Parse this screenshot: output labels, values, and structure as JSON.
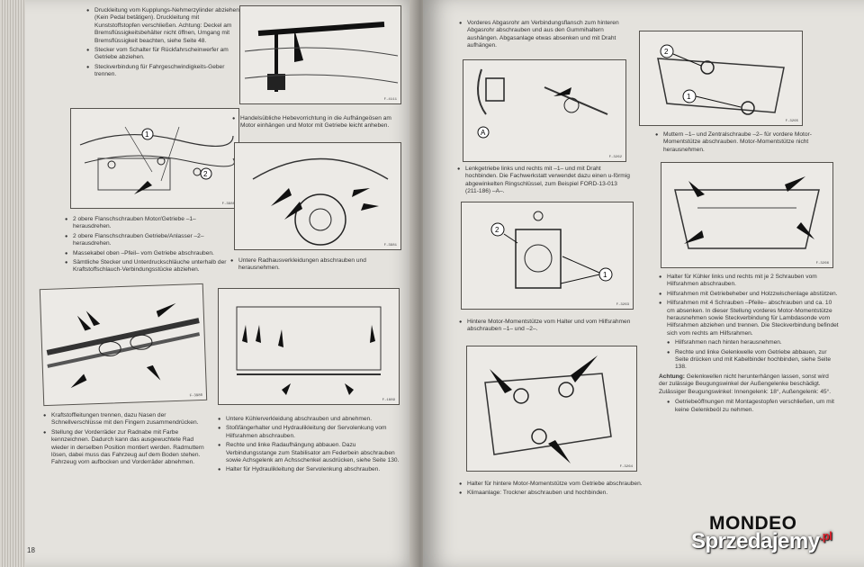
{
  "watermark": {
    "logo_text": "Sprzedajemy",
    "logo_tld": ".pl",
    "caption": "MONDEO"
  },
  "left_page": {
    "page_number": "18",
    "col1_top_bullets": [
      "Druckleitung vom Kupplungs-Nehmerzylinder abziehen (Kein Pedal betätigen). Druckleitung mit Kunststoffstopfen verschließen. Achtung: Deckel am Bremsflüssigkeitsbehälter nicht öffnen, Umgang mit Bremsflüssigkeit beachten, siehe Seite 48.",
      "Stecker vom Schalter für Rückfahrscheinwerfer am Getriebe abziehen.",
      "Steckverbindung für Fahrgeschwindigkeits-Geber trennen."
    ],
    "fig1_code": "F-3980",
    "fig1_bullets": [
      "2 obere Flanschschrauben Motor/Getriebe –1– herausdrehen.",
      "2 obere Flanschschrauben Getriebe/Anlasser –2– herausdrehen.",
      "Massekabel oben –Pfeil– vom Getriebe abschrauben.",
      "Sämtliche Stecker und Unterdruckschläuche unterhalb der Kraftstoffschlauch-Verbindungsstücke abziehen."
    ],
    "fig3_code": "F-3980",
    "fig3_bullets": [
      "Kraftstoffleitungen trennen, dazu Nasen der Schnellverschlüsse mit den Fingern zusammendrücken.",
      "Stellung der Vorderräder zur Radnabe mit Farbe kennzeichnen. Dadurch kann das ausgewuchtete Rad wieder in derselben Position montiert werden. Radmuttern lösen, dabei muss das Fahrzeug auf dem Boden stehen. Fahrzeug vorn aufbocken und Vorderräder abnehmen."
    ],
    "fig_engine_code": "F-4111",
    "fig_engine_bullet": "Handelsübliche Hebevorrichtung in die Aufhängeösen am Motor einhängen und Motor mit Getriebe leicht anheben.",
    "fig_wheel_code": "F-3981",
    "fig_wheel_bullet": "Untere Radhausverkleidungen abschrauben und herausnehmen.",
    "fig_under_code": "F-1889",
    "fig_under_bullets": [
      "Untere Kühlerverkleidung abschrauben und abnehmen.",
      "Stoßfängerhalter und Hydraulikleitung der Servolenkung vom Hilfsrahmen abschrauben.",
      "Rechte und linke Radaufhängung abbauen. Dazu Verbindungsstange zum Stabilisator am Federbein abschrauben sowie Achsgelenk am Achsschenkel ausdrücken, siehe Seite 130.",
      "Halter für Hydraulikleitung der Servolenkung abschrauben."
    ]
  },
  "right_page": {
    "top_bullet": "Vorderes Abgasrohr am Verbindungsflansch zum hinteren Abgasrohr abschrauben und aus den Gummihaltern aushängen. Abgasanlage etwas absenken und mit Draht aufhängen.",
    "fig_a_code": "F-3262",
    "fig_a_bullet": "Lenkgetriebe links und rechts mit –1– und mit Draht hochbinden. Die Fachwerkstatt verwendet dazu einen u-förmig abgewinkelten Ringschlüssel, zum Beispiel FORD-13-013 (211-186) –A–.",
    "fig_b_code": "F-3263",
    "fig_b_bullet": "Hintere Motor-Momentstütze vom Halter und vom Hilfsrahmen abschrauben –1– und –2–.",
    "fig_c_code": "F-3264",
    "fig_c_bullets": [
      "Halter für hintere Motor-Momentstütze vom Getriebe abschrauben.",
      "Klimaanlage: Trockner abschrauben und hochbinden."
    ],
    "fig_d_code": "F-3265",
    "fig_d_bullet": "Muttern –1– und Zentralschraube –2– für vordere Motor-Momentstütze abschrauben. Motor-Momentstütze nicht herausnehmen.",
    "fig_e_code": "F-3266",
    "fig_e_bullets": [
      "Halter für Kühler links und rechts mit je 2 Schrauben vom Hilfsrahmen abschrauben.",
      "Hilfsrahmen mit Getriebeheber und Holzzwischenlage abstützen.",
      "Hilfsrahmen mit 4 Schrauben –Pfeile– abschrauben und ca. 10 cm absenken. In dieser Stellung vorderes Motor-Momentstütze herausnehmen sowie Steckverbindung für Lambdasonde vom Hilfsrahmen abziehen und trennen. Die Steckverbindung befindet sich vom rechts am Hilfsrahmen.",
      "Hilfsrahmen nach hinten herausnehmen.",
      "Rechte und linke Gelenkwelle vom Getriebe abbauen, zur Seite drücken und mit Kabelbinder hochbinden, siehe Seite 138."
    ],
    "note_label": "Achtung:",
    "note_text": "Gelenkwellen nicht herunterhängen lassen, sonst wird der zulässige Beugungswinkel der Außengelenke beschädigt. Zulässiger Beugungswinkel: Innengelenk: 18°, Außengelenk: 45°.",
    "last_bullet": "Getriebeöffnungen mit Montagestopfen verschließen, um mit keine Gelenkbeöl zu nehmen."
  }
}
